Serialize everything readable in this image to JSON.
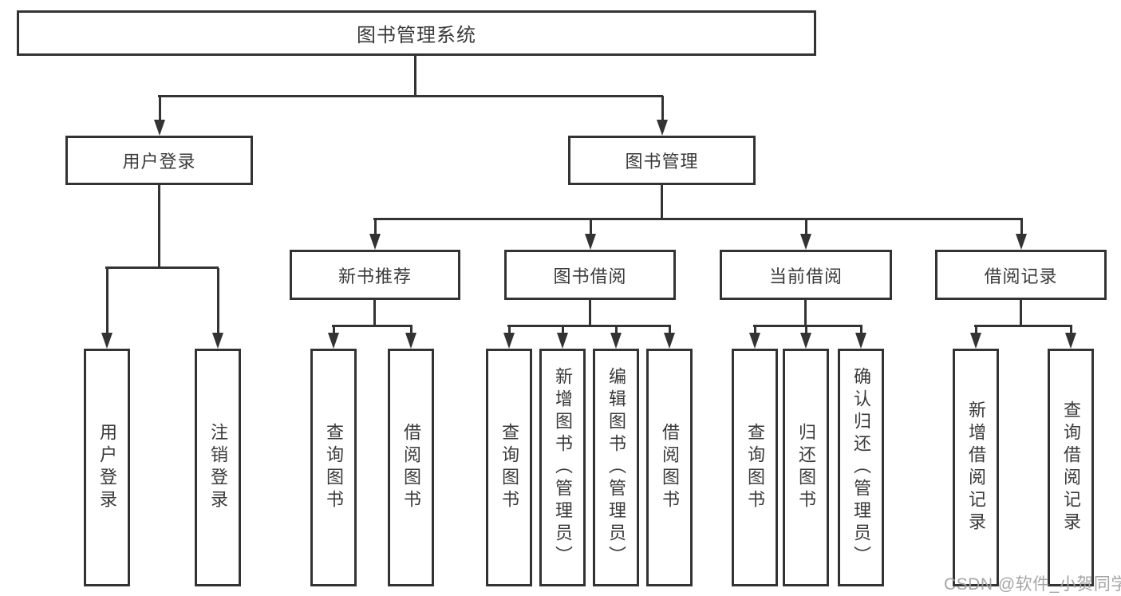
{
  "title": "图书管理系统",
  "level2": [
    {
      "label": "用户登录"
    },
    {
      "label": "图书管理"
    }
  ],
  "level3": [
    {
      "label": "新书推荐",
      "parent": "图书管理"
    },
    {
      "label": "图书借阅",
      "parent": "图书管理"
    },
    {
      "label": "当前借阅",
      "parent": "图书管理"
    },
    {
      "label": "借阅记录",
      "parent": "图书管理"
    }
  ],
  "leaves": [
    {
      "label": "用户登录",
      "parent": "用户登录"
    },
    {
      "label": "注销登录",
      "parent": "用户登录"
    },
    {
      "label": "查询图书",
      "parent": "新书推荐"
    },
    {
      "label": "借阅图书",
      "parent": "新书推荐"
    },
    {
      "label": "查询图书",
      "parent": "图书借阅"
    },
    {
      "label": "新增图书（管理员）",
      "parent": "图书借阅"
    },
    {
      "label": "编辑图书（管理员）",
      "parent": "图书借阅"
    },
    {
      "label": "借阅图书",
      "parent": "图书借阅"
    },
    {
      "label": "查询图书",
      "parent": "当前借阅"
    },
    {
      "label": "归还图书",
      "parent": "当前借阅"
    },
    {
      "label": "确认归还（管理员）",
      "parent": "当前借阅"
    },
    {
      "label": "新增借阅记录",
      "parent": "借阅记录"
    },
    {
      "label": "查询借阅记录",
      "parent": "借阅记录"
    }
  ],
  "watermark": "CSDN @软件_小贺同学",
  "colors": {
    "line": "#333333",
    "text": "#3a3a3a",
    "background": "#ffffff",
    "watermark": "#a0a0a0"
  }
}
